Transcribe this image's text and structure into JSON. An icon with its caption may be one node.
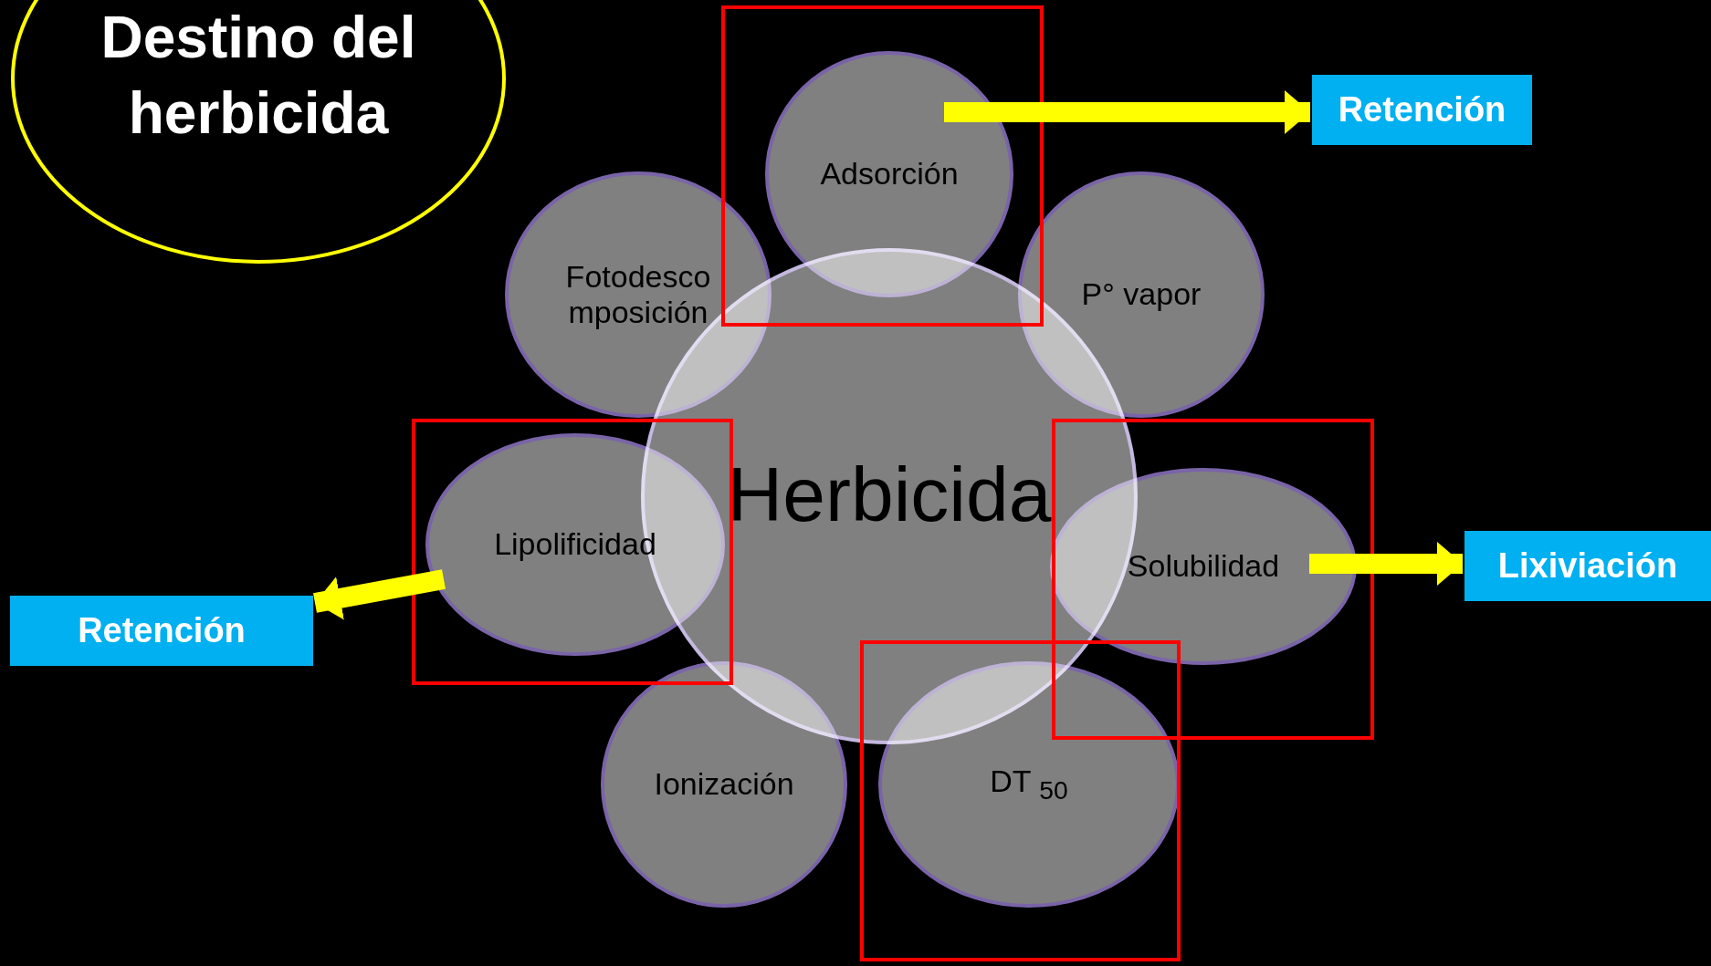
{
  "diagram": {
    "nodes": [
      {
        "text": [
          "Destino del herbicida"
        ]
      },
      {
        "text": [
          "Adsorción"
        ]
      },
      {
        "text": [
          "Retención"
        ]
      },
      {
        "text": [
          "Fotodesco mposición"
        ]
      },
      {
        "text": [
          "P° vapor"
        ]
      },
      {
        "text": [
          "Herbicida"
        ]
      },
      {
        "text": [
          "Lipolificidad"
        ]
      },
      {
        "text": [
          "Solubilidad"
        ]
      },
      {
        "text": [
          "Lixiviación"
        ]
      },
      {
        "text": [
          "Retención"
        ]
      },
      {
        "text": [
          "Ionización"
        ]
      },
      {
        "text": [
          "DT $_{50}$"
        ]
      }
    ],
    "edges": [
      {
        "from": 1,
        "to": 2,
        "arrow": "to"
      },
      {
        "from": 7,
        "to": 8,
        "arrow": "to"
      },
      {
        "from": 6,
        "to": 9,
        "arrow": "to"
      }
    ]
  }
}
